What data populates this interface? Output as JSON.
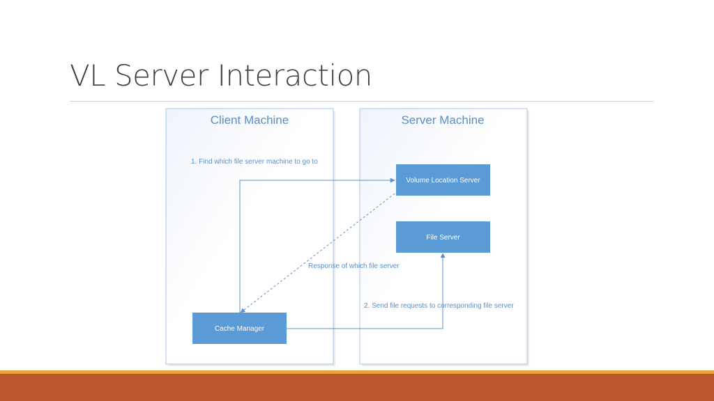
{
  "title": "VL Server Interaction",
  "diagram": {
    "client_machine_label": "Client Machine",
    "server_machine_label": "Server Machine",
    "volume_location_server_label": "Volume Location Server",
    "file_server_label": "File Server",
    "cache_manager_label": "Cache Manager",
    "step1_label": "1. Find which file server machine to go to",
    "response_label": "Response of which file server",
    "step2_label": "2. Send file requests to corresponding file server"
  },
  "colors": {
    "title": "#404040",
    "node_fill": "#5b9bd5",
    "container_stroke": "#a9c4e4",
    "text_blue": "#5b8fc9",
    "bar_thin": "#e8a33b",
    "bar_thick": "#bd582c"
  }
}
